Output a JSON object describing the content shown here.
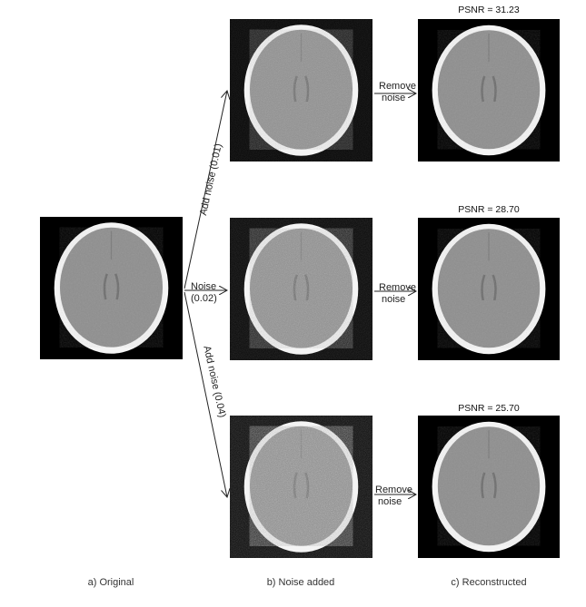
{
  "noise_labels": {
    "top": "Add noise (0.01)",
    "middle_line1": "Noise",
    "middle_line2": "(0.02)",
    "bottom": "Add noise (0.04)"
  },
  "remove_labels": {
    "line1": "Remove",
    "line2": "noise"
  },
  "psnr": {
    "top": "PSNR = 31.23",
    "middle": "PSNR = 28.70",
    "bottom": "PSNR = 25.70"
  },
  "captions": {
    "original": "a) Original",
    "noise_added": "b) Noise added",
    "reconstructed": "c) Reconstructed"
  },
  "colors": {
    "background": "#000000",
    "skull": "#f4f4f4",
    "brain": "#8e8e8e",
    "arrow": "#222222"
  }
}
